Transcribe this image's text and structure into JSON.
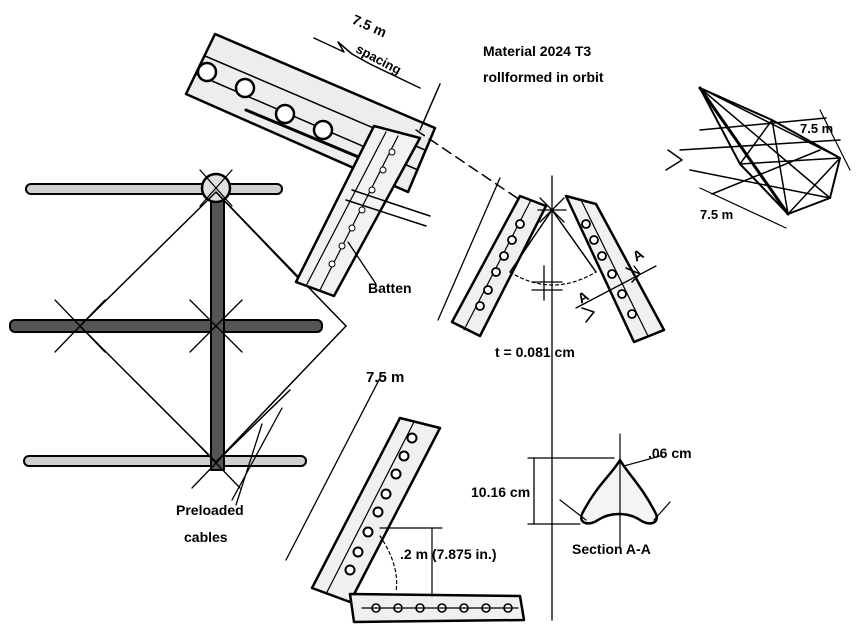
{
  "labels": {
    "spacing_value": "7.5 m",
    "spacing_word": "spacing",
    "material_line1": "Material 2024 T3",
    "material_line2": "rollformed in orbit",
    "batten": "Batten",
    "bay_length": "7.5 m",
    "thickness": "t = 0.081 cm",
    "depth": "10.16 cm",
    "lip": ".06 cm",
    "section_title": "Section A-A",
    "section_mark_upper": "A",
    "section_mark_lower": "A",
    "cables_line1": "Preloaded",
    "cables_line2": "cables",
    "flange": ".2 m (7.875 in.)",
    "inset_side": "7.5 m",
    "inset_bottom": "7.5 m"
  }
}
